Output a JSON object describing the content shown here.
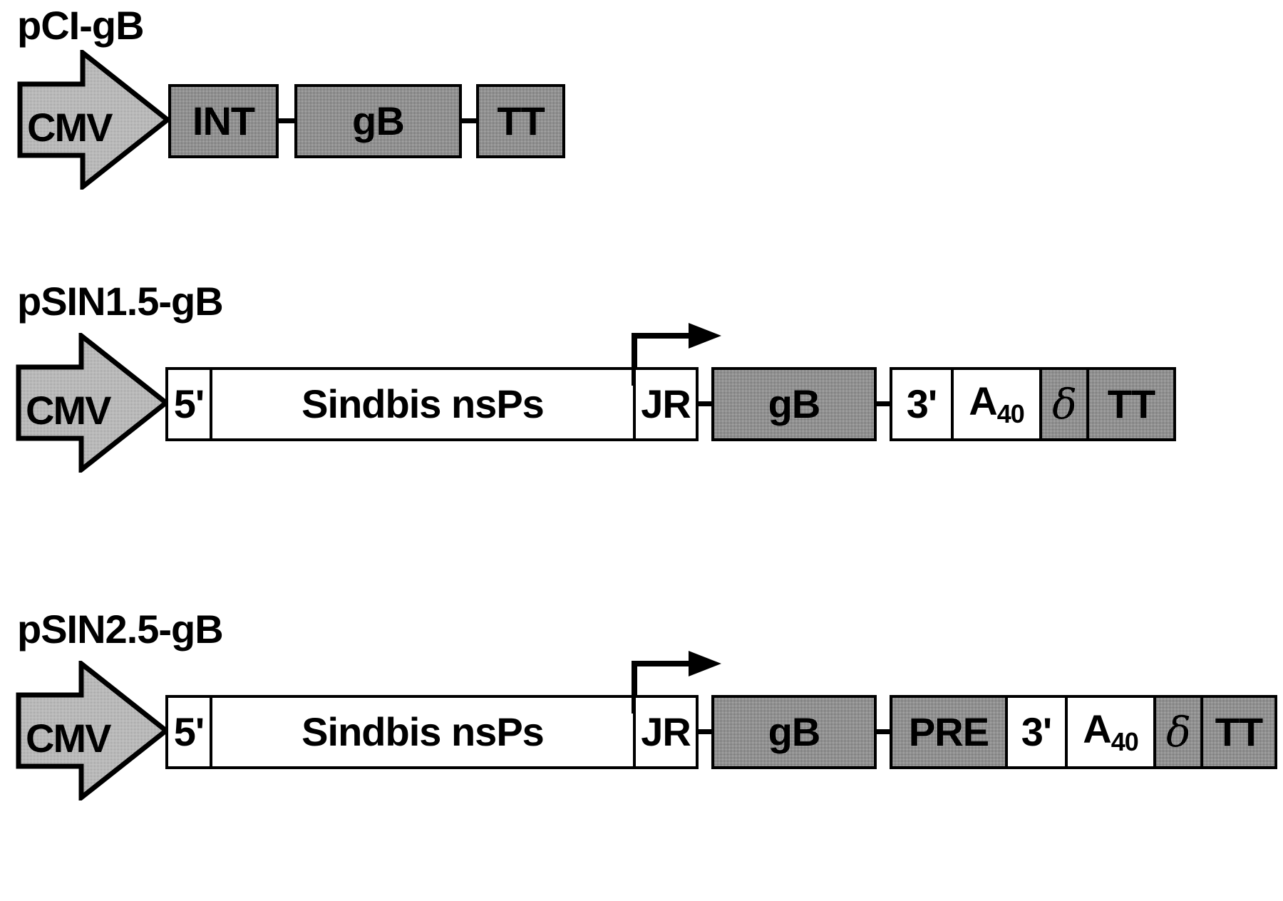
{
  "figure": {
    "type": "gene-construct-diagram",
    "background_color": "#ffffff",
    "fill_gray": "#c8c8c8",
    "stroke_color": "#000000"
  },
  "constructs": [
    {
      "name": "pCI-gB",
      "title": "pCI-gB",
      "promoter": {
        "label": "CMV",
        "shape": "arrow",
        "fill": "gray"
      },
      "elements": [
        {
          "label": "INT",
          "fill": "gray",
          "joined": false
        },
        {
          "label": "gB",
          "fill": "gray",
          "joined": false
        },
        {
          "label": "TT",
          "fill": "gray",
          "joined": false
        }
      ],
      "subgenomic_promoter": null
    },
    {
      "name": "pSIN1.5-gB",
      "title": "pSIN1.5-gB",
      "promoter": {
        "label": "CMV",
        "shape": "arrow",
        "fill": "gray"
      },
      "elements": [
        {
          "label": "5'",
          "fill": "white",
          "joined": false
        },
        {
          "label": "Sindbis nsPs",
          "fill": "white",
          "joined": true
        },
        {
          "label": "JR",
          "fill": "white",
          "joined": true
        },
        {
          "label": "gB",
          "fill": "gray",
          "joined": false
        },
        {
          "label": "3'",
          "fill": "white",
          "joined": false
        },
        {
          "label": "A40",
          "fill": "white",
          "joined": true
        },
        {
          "label": "delta",
          "fill": "gray",
          "joined": true
        },
        {
          "label": "TT",
          "fill": "gray",
          "joined": true
        }
      ],
      "subgenomic_promoter": {
        "over": "JR",
        "shape": "bent-arrow-right"
      }
    },
    {
      "name": "pSIN2.5-gB",
      "title": "pSIN2.5-gB",
      "promoter": {
        "label": "CMV",
        "shape": "arrow",
        "fill": "gray"
      },
      "elements": [
        {
          "label": "5'",
          "fill": "white",
          "joined": false
        },
        {
          "label": "Sindbis nsPs",
          "fill": "white",
          "joined": true
        },
        {
          "label": "JR",
          "fill": "white",
          "joined": true
        },
        {
          "label": "gB",
          "fill": "gray",
          "joined": false
        },
        {
          "label": "PRE",
          "fill": "gray",
          "joined": false
        },
        {
          "label": "3'",
          "fill": "white",
          "joined": true
        },
        {
          "label": "A40",
          "fill": "white",
          "joined": true
        },
        {
          "label": "delta",
          "fill": "gray",
          "joined": true
        },
        {
          "label": "TT",
          "fill": "gray",
          "joined": true
        }
      ],
      "subgenomic_promoter": {
        "over": "JR",
        "shape": "bent-arrow-right"
      }
    }
  ],
  "labels": {
    "cmv": "CMV",
    "int": "INT",
    "gb": "gB",
    "tt": "TT",
    "five_prime": "5'",
    "three_prime": "3'",
    "sindbis": "Sindbis nsPs",
    "jr": "JR",
    "pre": "PRE",
    "a_poly_base": "A",
    "a_poly_sub": "40",
    "delta": "δ"
  }
}
